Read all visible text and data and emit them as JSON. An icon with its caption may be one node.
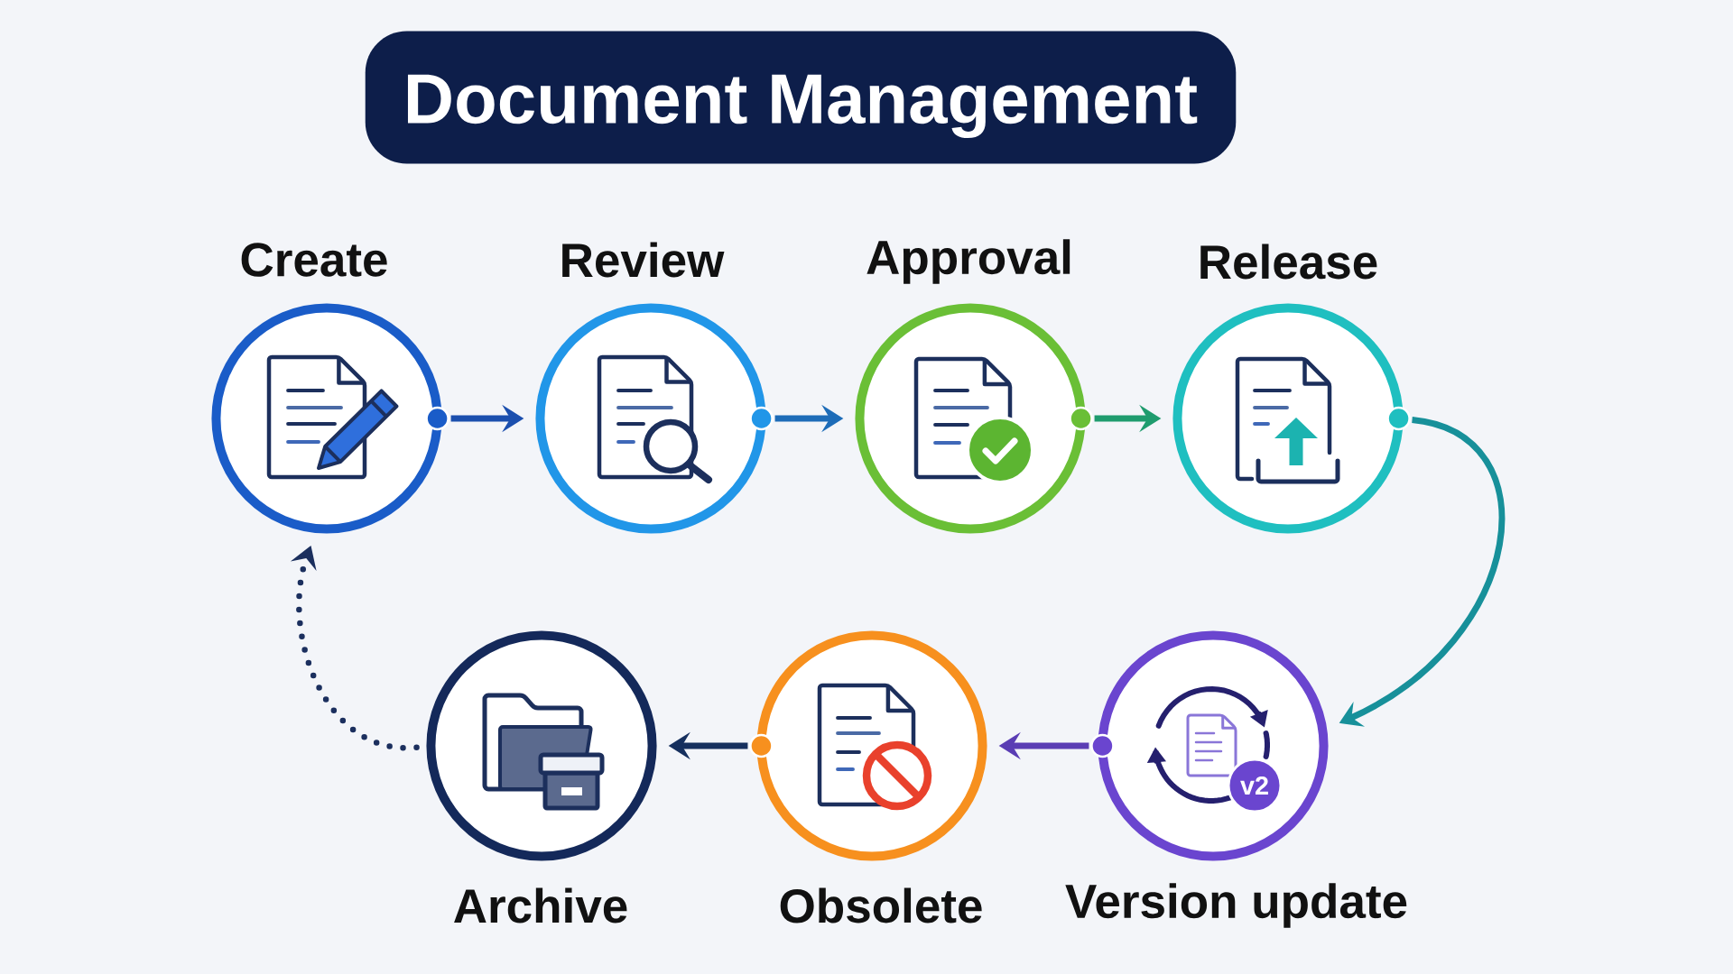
{
  "diagram": {
    "title": "Document Management",
    "nodes": [
      {
        "text": [
          "Create"
        ]
      },
      {
        "text": [
          "Review"
        ]
      },
      {
        "text": [
          "Approval"
        ]
      },
      {
        "text": [
          "Release"
        ]
      },
      {
        "text": [
          "v2",
          "Version update"
        ]
      },
      {
        "text": [
          "Obsolete"
        ]
      },
      {
        "text": [
          "Archive"
        ]
      }
    ],
    "edges": [
      {
        "from": 0,
        "to": 1,
        "arrow": "to",
        "color": "#1b4fae"
      },
      {
        "from": 1,
        "to": 2,
        "arrow": "to",
        "color": "#1d6cb8"
      },
      {
        "from": 2,
        "to": 3,
        "arrow": "to",
        "color": "#1f9c6e"
      },
      {
        "from": 3,
        "to": 4,
        "arrow": "to",
        "color": "#17909a"
      },
      {
        "from": 4,
        "to": 5,
        "arrow": "to",
        "color": "#5a3db4"
      },
      {
        "from": 5,
        "to": 6,
        "arrow": "to",
        "color": "#16305e"
      },
      {
        "from": 6,
        "to": 0,
        "arrow": "to",
        "style": "dashed",
        "color": "#1b2f5e"
      }
    ]
  }
}
